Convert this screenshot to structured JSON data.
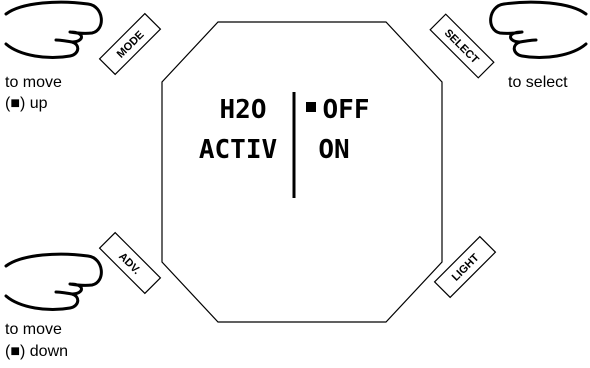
{
  "buttons": {
    "mode": "MODE",
    "select": "SELECT",
    "adv": "ADV.",
    "light": "LIGHT"
  },
  "display": {
    "left_line1": "H2O",
    "left_line2": "ACTIV",
    "right_line1": "OFF",
    "right_line2": "ON"
  },
  "captions": {
    "top_left_line1": "to move",
    "top_left_line2": "(■) up",
    "top_right": "to select",
    "bottom_left_line1": "to move",
    "bottom_left_line2": "(■) down"
  },
  "icons": [
    "hand-pointing-right-icon",
    "hand-pointing-left-icon",
    "selection-square-icon"
  ],
  "colors": {
    "stroke": "#000000",
    "background": "#ffffff"
  }
}
